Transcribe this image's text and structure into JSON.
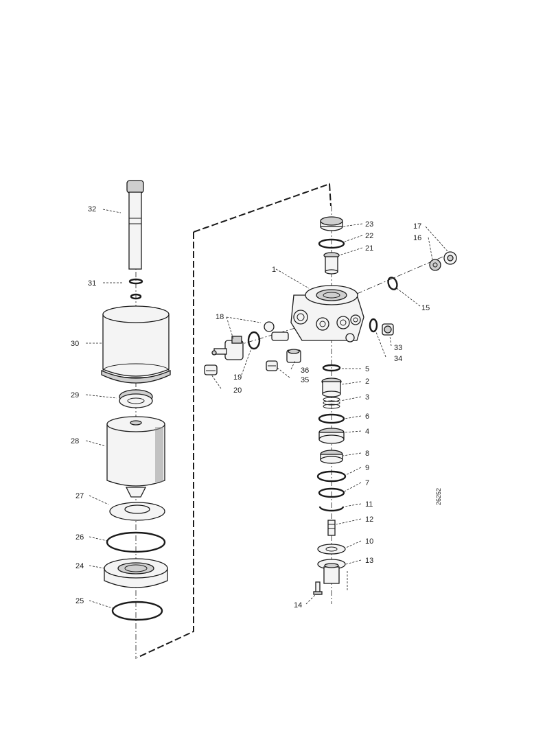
{
  "diagram": {
    "drawing_code": "26252",
    "labels": {
      "p1": "1",
      "p2": "2",
      "p3": "3",
      "p4": "4",
      "p5": "5",
      "p6": "6",
      "p7": "7",
      "p8": "8",
      "p9": "9",
      "p10": "10",
      "p11": "11",
      "p12": "12",
      "p13": "13",
      "p14": "14",
      "p15": "15",
      "p16": "16",
      "p17": "17",
      "p18": "18",
      "p19": "19",
      "p20": "20",
      "p21": "21",
      "p22": "22",
      "p23": "23",
      "p24": "24",
      "p25": "25",
      "p26": "26",
      "p27": "27",
      "p28": "28",
      "p29": "29",
      "p30": "30",
      "p31": "31",
      "p32": "32",
      "p33": "33",
      "p34": "34",
      "p35": "35",
      "p36": "36"
    }
  }
}
